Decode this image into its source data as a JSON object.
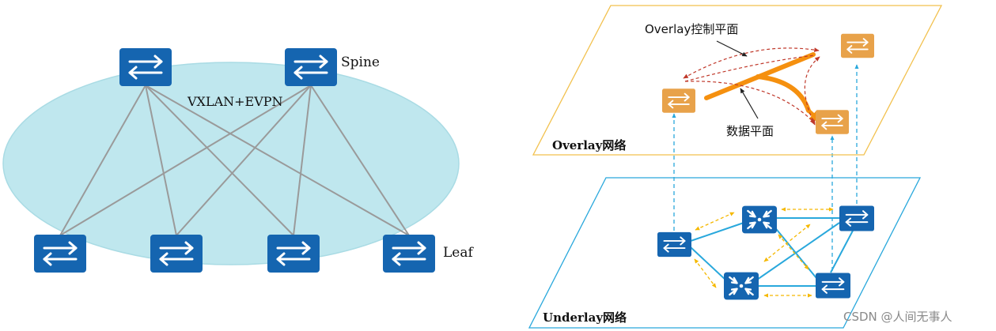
{
  "left": {
    "spine_label": "Spine",
    "leaf_label": "Leaf",
    "fabric_label": "VXLAN+EVPN",
    "colors": {
      "ellipse_fill": "#bfe7ee",
      "ellipse_stroke": "#a9dbe4",
      "device": "#1565b0",
      "link": "#9a9a9a"
    }
  },
  "right": {
    "overlay_plane_label": "Overlay网络",
    "underlay_plane_label": "Underlay网络",
    "control_plane_label": "Overlay控制平面",
    "data_plane_label": "数据平面",
    "colors": {
      "overlay_frame": "#f2c14e",
      "underlay_frame": "#29a8dc",
      "overlay_device": "#e8a24a",
      "underlay_device": "#1565b0",
      "data_plane": "#f5900f",
      "control_plane": "#c0392b",
      "underlay_link": "#29a8dc",
      "underlay_flow": "#f5b800"
    }
  },
  "watermark": "CSDN @人间无事人"
}
